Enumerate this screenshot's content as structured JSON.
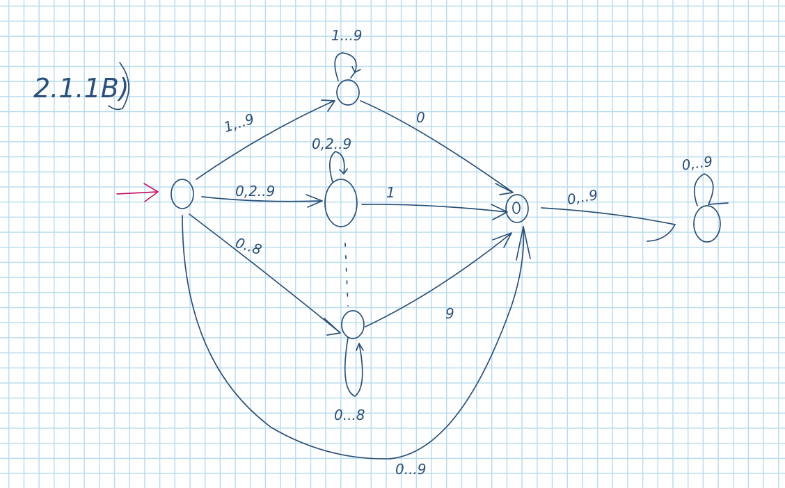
{
  "title": "2.1.1B)",
  "colors": {
    "ink": "#2a4f78",
    "start_arrow": "#c2186d",
    "grid": "#b9dcef",
    "background": "#ffffff"
  },
  "labels": {
    "start_to_top": "1,..9",
    "top_self_loop": "1...9",
    "top_to_accept": "0",
    "start_to_middle": "0,2..9",
    "middle_self_loop": "0,2..9",
    "middle_to_accept": "1",
    "start_to_bottom": "0..8",
    "bottom_to_accept": "9",
    "bottom_self_loop": "0...8",
    "start_to_accept_arc": "0...9",
    "accept_to_trap": "0,..9",
    "trap_self_loop": "0,..9"
  }
}
